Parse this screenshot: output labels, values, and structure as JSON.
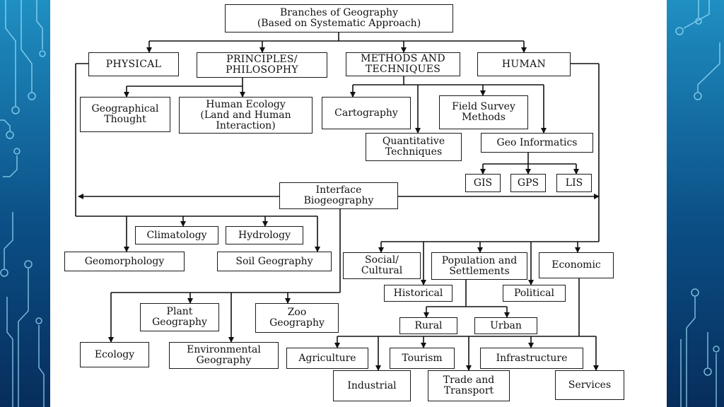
{
  "diagram": {
    "title": "Branches of Geography",
    "subtitle": "(Based on Systematic Approach)",
    "nodes": {
      "physical": "PHYSICAL",
      "principles": "PRINCIPLES/\nPHILOSOPHY",
      "methods": "METHODS AND\nTECHNIQUES",
      "human": "HUMAN",
      "geographical_thought": "Geographical\nThought",
      "human_ecology": "Human Ecology\n(Land and Human\nInteraction)",
      "cartography": "Cartography",
      "field_survey": "Field Survey\nMethods",
      "quantitative": "Quantitative\nTechniques",
      "geo_informatics": "Geo Informatics",
      "gis": "GIS",
      "gps": "GPS",
      "lis": "LIS",
      "interface": "Interface\nBiogeography",
      "climatology": "Climatology",
      "hydrology": "Hydrology",
      "geomorphology": "Geomorphology",
      "soil_geography": "Soil Geography",
      "plant_geography": "Plant\nGeography",
      "zoo_geography": "Zoo\nGeography",
      "ecology": "Ecology",
      "environmental_geography": "Environmental\nGeography",
      "social_cultural": "Social/\nCultural",
      "population": "Population and\nSettlements",
      "economic": "Economic",
      "historical": "Historical",
      "political": "Political",
      "rural": "Rural",
      "urban": "Urban",
      "agriculture": "Agriculture",
      "tourism": "Tourism",
      "infrastructure": "Infrastructure",
      "industrial": "Industrial",
      "trade_transport": "Trade and\nTransport",
      "services": "Services"
    }
  }
}
